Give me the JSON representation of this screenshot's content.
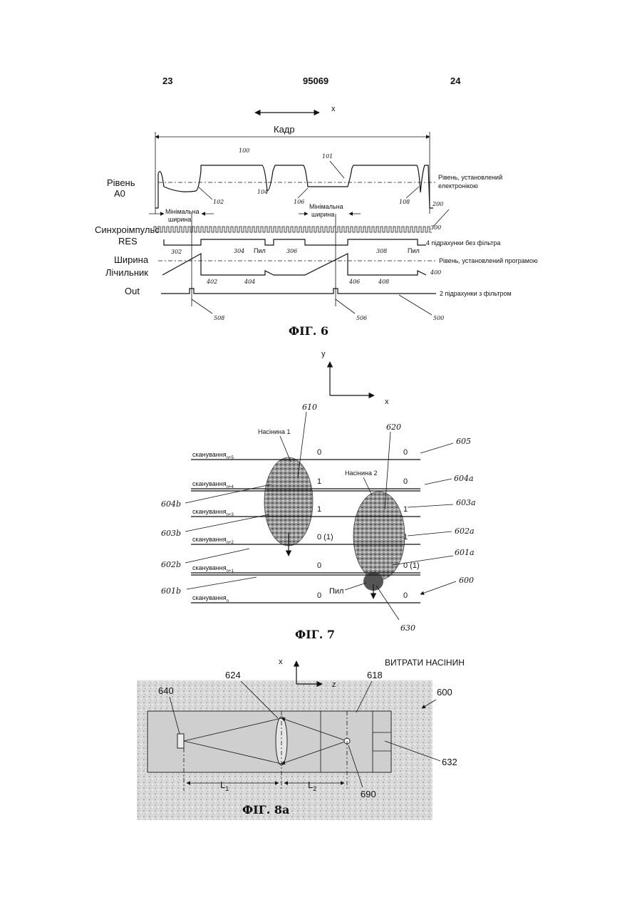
{
  "header": {
    "left_page": "23",
    "patent_number": "95069",
    "right_page": "24"
  },
  "fig6": {
    "caption": "ФІГ. 6",
    "axis_x": "x",
    "frame_label": "Кадр",
    "level_label_1": "Рівень",
    "level_label_2": "A0",
    "level_electronics_1": "Рівень, установлений",
    "level_electronics_2": "електронікою",
    "min_width_left_1": "Мінімальна",
    "min_width_left_2": "ширина",
    "min_width_right_1": "Мінімальна",
    "min_width_right_2": "ширина",
    "sync_label": "Синхроімпульс",
    "res_label": "RES",
    "width_label": "Ширина",
    "counter_label": "Лічильник",
    "out_label": "Out",
    "dust_1": "Пил",
    "dust_2": "Пил",
    "note_no_filter": "4 підрахунки без фільтра",
    "note_program_level": "Рівень, установлений програмою",
    "note_with_filter": "2 підрахунки з фільтром",
    "refs": {
      "r100": "100",
      "r101": "101",
      "r102": "102",
      "r104": "104",
      "r106": "106",
      "r108": "108",
      "r200": "200",
      "r300": "300",
      "r302": "302",
      "r304": "304",
      "r306": "306",
      "r308": "308",
      "r400": "400",
      "r402": "402",
      "r404": "404",
      "r406": "406",
      "r408": "408",
      "r500": "500",
      "r506": "506",
      "r508": "508"
    }
  },
  "fig7": {
    "caption": "ФІГ. 7",
    "axis_y": "y",
    "axis_x": "x",
    "seed1": "Насінина 1",
    "seed2": "Насінина 2",
    "dust": "Пил",
    "scan_rows": [
      {
        "label": "сканування",
        "sub": "n+5",
        "v1": "0",
        "v2": "0"
      },
      {
        "label": "сканування",
        "sub": "n+4",
        "v1": "1",
        "v2": "0"
      },
      {
        "label": "сканування",
        "sub": "n+3",
        "v1": "1",
        "v2": "1"
      },
      {
        "label": "сканування",
        "sub": "n+2",
        "v1": "0 (1)",
        "v2": "1"
      },
      {
        "label": "сканування",
        "sub": "n+1",
        "v1": "0",
        "v2": "0 (1)"
      },
      {
        "label": "сканування",
        "sub": "n",
        "v1": "0",
        "v2": "0"
      }
    ],
    "refs": {
      "r610": "610",
      "r620": "620",
      "r605": "605",
      "r604a": "604a",
      "r604b": "604b",
      "r603a": "603a",
      "r603b": "603b",
      "r602a": "602a",
      "r602b": "602b",
      "r601a": "601a",
      "r601b": "601b",
      "r600": "600",
      "r630": "630"
    }
  },
  "fig8a": {
    "caption": "ФІГ. 8a",
    "title": "ВИТРАТИ НАСІНИН",
    "axis_x": "x",
    "axis_z": "z",
    "L1": "L",
    "L1_sub": "1",
    "L2": "L",
    "L2_sub": "2",
    "refs": {
      "r640": "640",
      "r624": "624",
      "r618": "618",
      "r600": "600",
      "r632": "632",
      "r690": "690"
    }
  }
}
